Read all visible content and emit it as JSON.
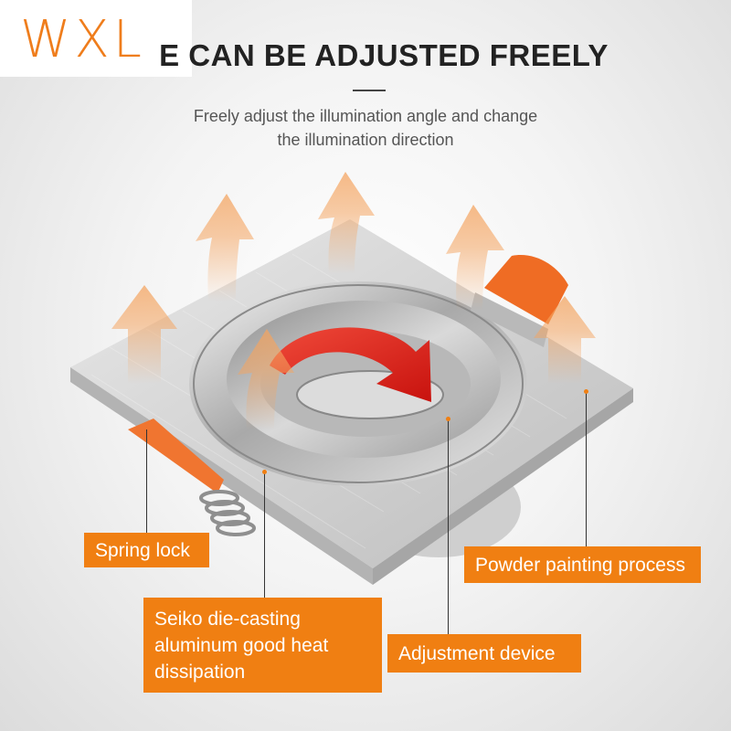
{
  "logo": {
    "text": "WXL",
    "color": "#ef7d1c"
  },
  "headline": "E CAN BE ADJUSTED FREELY",
  "subtitle": {
    "line1": "Freely adjust the illumination angle and change",
    "line2": "the illumination direction"
  },
  "labels": {
    "spring_lock": "Spring lock",
    "die_casting": {
      "line1": "Seiko die-casting",
      "line2": "aluminum good heat",
      "line3": "dissipation"
    },
    "adjustment_device": "Adjustment device",
    "powder_painting": "Powder painting process"
  },
  "colors": {
    "accent": "#f07f12",
    "rotation_arrow": "#e8211c",
    "heat_arrows": "#f4a460"
  },
  "icons": [
    "rotation-arrow-icon",
    "heat-arrow-icon"
  ]
}
